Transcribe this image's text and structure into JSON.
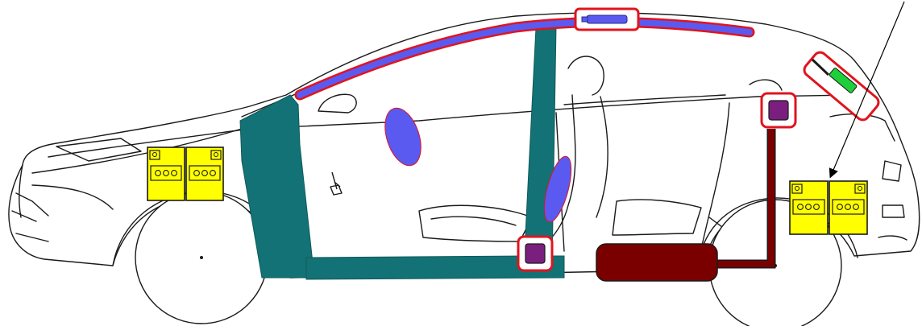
{
  "diagram": {
    "subject": "car-side-view-component-layout",
    "colors": {
      "outline": "#1a1a1a",
      "pillar": "#137275",
      "curtain_airbag": "#5a5af0",
      "highlight_ring": "#e0141e",
      "battery": "#ffff00",
      "control_module": "#7b1f7e",
      "tank": "#7a0000",
      "strut": "#1fcf3a",
      "wheel": "#ffffff"
    },
    "components": [
      {
        "id": "roof-curtain-airbag",
        "icon": "curtain-airbag"
      },
      {
        "id": "roof-inflator",
        "icon": "inflator-cylinder"
      },
      {
        "id": "a-pillar",
        "icon": "pillar"
      },
      {
        "id": "b-pillar",
        "icon": "pillar"
      },
      {
        "id": "sill",
        "icon": "rocker-panel"
      },
      {
        "id": "door-side-airbag",
        "icon": "airbag"
      },
      {
        "id": "seat-side-airbag",
        "icon": "airbag"
      },
      {
        "id": "front-battery",
        "icon": "battery"
      },
      {
        "id": "rear-battery",
        "icon": "battery"
      },
      {
        "id": "sill-sensor-module",
        "icon": "control-module"
      },
      {
        "id": "c-pillar-sensor-module",
        "icon": "control-module"
      },
      {
        "id": "tailgate-gas-strut",
        "icon": "gas-strut"
      },
      {
        "id": "under-floor-tank",
        "icon": "tank"
      }
    ]
  }
}
